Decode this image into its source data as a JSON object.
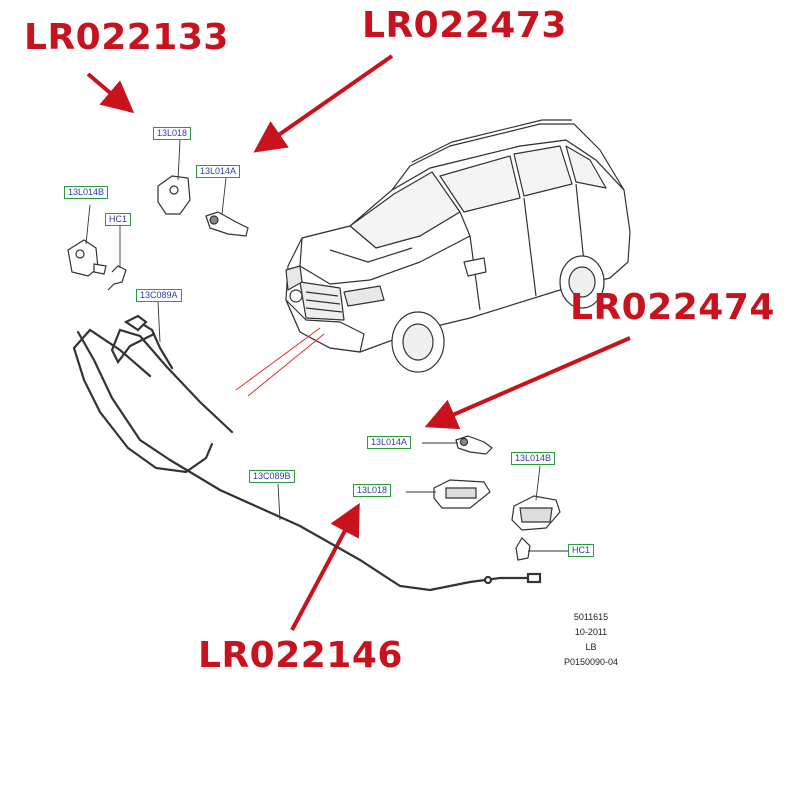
{
  "colors": {
    "callout_red": "#c8121e",
    "tag_border": "#2f9a3b",
    "tag_text": "#2b3fa8",
    "line_art": "#333333",
    "background": "#ffffff"
  },
  "part_numbers": [
    "LR022133",
    "LR022473",
    "LR022474",
    "LR022146"
  ],
  "tags": {
    "l018_top": "13L018",
    "l014a_top": "13L014A",
    "l014b_left": "13L014B",
    "hc1_left": "HC1",
    "c089a": "13C089A",
    "l014a_right": "13L014A",
    "l014b_right": "13L014B",
    "c089b": "13C089B",
    "l018_bottom": "13L018",
    "hc1_right": "HC1"
  },
  "reference": {
    "line1": "5011615",
    "line2": "10-2011",
    "line3": "LB",
    "line4": "P0150090-04"
  }
}
